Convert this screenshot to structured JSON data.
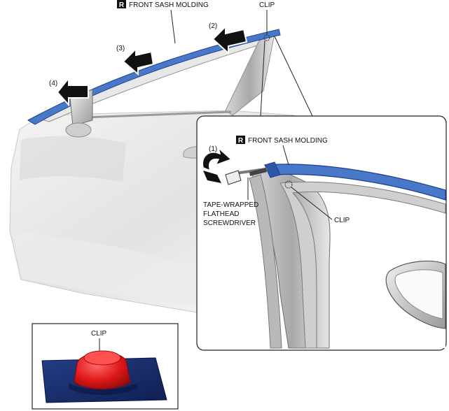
{
  "callouts": {
    "front_sash_molding_top": {
      "badge": "R",
      "text": "FRONT SASH MOLDING"
    },
    "clip_top": "CLIP",
    "front_sash_molding_detail": {
      "badge": "R",
      "text": "FRONT SASH MOLDING"
    },
    "clip_detail": "CLIP",
    "clip_inset": "CLIP",
    "tool": {
      "line1": "TAPE-WRAPPED",
      "line2": "FLATHEAD",
      "line3": "SCREWDRIVER"
    }
  },
  "steps": [
    "(1)",
    "(2)",
    "(3)",
    "(4)"
  ],
  "colors": {
    "molding_blue": "#4a78c8",
    "molding_dark": "#1f3f8f",
    "clip_red": "#e01818",
    "inset_base_navy": "#1b2f6e",
    "arrow_black": "#111111"
  }
}
